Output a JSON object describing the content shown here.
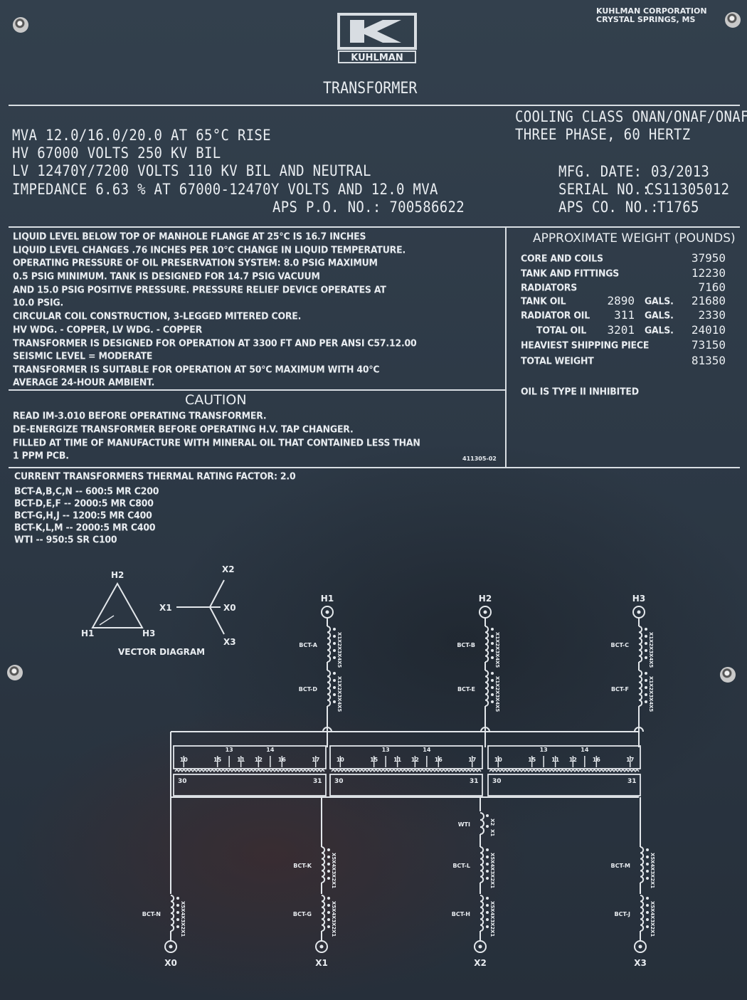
{
  "brand": {
    "logo_letter": "K",
    "name": "KUHLMAN",
    "corp_line1": "KUHLMAN CORPORATION",
    "corp_line2": "CRYSTAL SPRINGS, MS"
  },
  "title": "TRANSFORMER",
  "ratings": {
    "mva_line": "MVA  12.0/16.0/20.0   AT 65°C RISE",
    "hv_line": "HV   67000       VOLTS  250  KV BIL",
    "lv_line": "LV   12470Y/7200  VOLTS  110  KV BIL AND NEUTRAL",
    "impedance_line": "IMPEDANCE 6.63 % AT 67000-12470Y VOLTS AND 12.0  MVA",
    "aps_po_line": "APS P.O. NO.: 700586622"
  },
  "right_info": {
    "cooling_class": "COOLING CLASS  ONAN/ONAF/ONAF",
    "phase": "THREE PHASE, 60 HERTZ",
    "mfg_date_label": "MFG. DATE:",
    "mfg_date": "03/2013",
    "serial_label": "SERIAL NO.:",
    "serial": "CS11305012",
    "aps_co_label": "APS CO. NO.:",
    "aps_co": "T1765"
  },
  "notes": [
    "LIQUID LEVEL BELOW TOP OF MANHOLE FLANGE AT 25°C IS 16.7 INCHES",
    "LIQUID LEVEL CHANGES  .76  INCHES PER 10°C CHANGE IN LIQUID TEMPERATURE.",
    "OPERATING PRESSURE OF OIL PRESERVATION SYSTEM:   8.0 PSIG MAXIMUM",
    "0.5 PSIG MINIMUM.  TANK IS DESIGNED FOR 14.7 PSIG VACUUM",
    "AND 15.0 PSIG POSITIVE PRESSURE.  PRESSURE RELIEF DEVICE OPERATES AT",
    "10.0 PSIG.",
    "CIRCULAR COIL CONSTRUCTION, 3-LEGGED MITERED CORE.",
    "HV WDG. - COPPER, LV WDG. - COPPER",
    "TRANSFORMER IS DESIGNED FOR OPERATION AT 3300 FT AND PER ANSI C57.12.00",
    "SEISMIC LEVEL = MODERATE",
    "TRANSFORMER IS SUITABLE FOR OPERATION AT 50°C MAXIMUM WITH 40°C",
    "AVERAGE 24-HOUR AMBIENT."
  ],
  "caution": {
    "title": "CAUTION",
    "lines": [
      "READ IM-3.010 BEFORE OPERATING TRANSFORMER.",
      "DE-ENERGIZE TRANSFORMER BEFORE OPERATING H.V. TAP CHANGER.",
      "FILLED AT TIME OF MANUFACTURE WITH MINERAL OIL THAT CONTAINED LESS THAN",
      "1 PPM PCB."
    ],
    "code": "411305-02"
  },
  "weights": {
    "title": "APPROXIMATE WEIGHT (POUNDS)",
    "rows": [
      {
        "label": "CORE AND COILS",
        "gals": "",
        "gals_unit": "",
        "value": "37950"
      },
      {
        "label": "TANK AND FITTINGS",
        "gals": "",
        "gals_unit": "",
        "value": "12230"
      },
      {
        "label": "RADIATORS",
        "gals": "",
        "gals_unit": "",
        "value": "7160"
      },
      {
        "label": "TANK OIL",
        "gals": "2890",
        "gals_unit": "GALS.",
        "value": "21680"
      },
      {
        "label": "RADIATOR OIL",
        "gals": "311",
        "gals_unit": "GALS.",
        "value": "2330"
      },
      {
        "label": "TOTAL OIL",
        "gals": "3201",
        "gals_unit": "GALS.",
        "value": "24010"
      },
      {
        "label": "HEAVIEST SHIPPING PIECE",
        "gals": "",
        "gals_unit": "",
        "value": "73150"
      },
      {
        "label": "TOTAL WEIGHT",
        "gals": "",
        "gals_unit": "",
        "value": "81350"
      }
    ],
    "oil_note": "OIL IS TYPE II INHIBITED"
  },
  "current_transformers": [
    "CURRENT TRANSFORMERS THERMAL RATING FACTOR: 2.0",
    "BCT-A,B,C,N  --  600:5 MR C200",
    "BCT-D,E,F  --  2000:5 MR C800",
    "BCT-G,H,J  --  1200:5 MR C400",
    "BCT-K,L,M  --  2000:5 MR C400",
    "WTI  --  950:5 SR C100"
  ],
  "vector_diagram": {
    "label": "VECTOR DIAGRAM",
    "h1": "H1",
    "h2": "H2",
    "h3": "H3",
    "x0": "X0",
    "x1": "X1",
    "x2": "X2",
    "x3": "X3"
  },
  "schematic": {
    "hv_bushings": [
      "H1",
      "H2",
      "H3"
    ],
    "lv_bushings": [
      "X0",
      "X1",
      "X2",
      "X3"
    ],
    "hv_cts_upper": [
      "BCT-A",
      "BCT-B",
      "BCT-C"
    ],
    "hv_cts_lower": [
      "BCT-D",
      "BCT-E",
      "BCT-F"
    ],
    "lv_cts_upper": [
      "BCT-K",
      "BCT-L",
      "BCT-M"
    ],
    "lv_cts_lower": [
      "BCT-N",
      "BCT-G",
      "BCT-H",
      "BCT-J"
    ],
    "wti": "WTI",
    "x_terms_5": [
      "X1",
      "X2",
      "X3",
      "X4",
      "X5"
    ],
    "x_terms_2": [
      "X2",
      "X1"
    ],
    "tap_terminals": [
      "10",
      "15",
      "13",
      "11",
      "12",
      "14",
      "16",
      "17"
    ],
    "lv_terminals": [
      "30",
      "31"
    ]
  }
}
